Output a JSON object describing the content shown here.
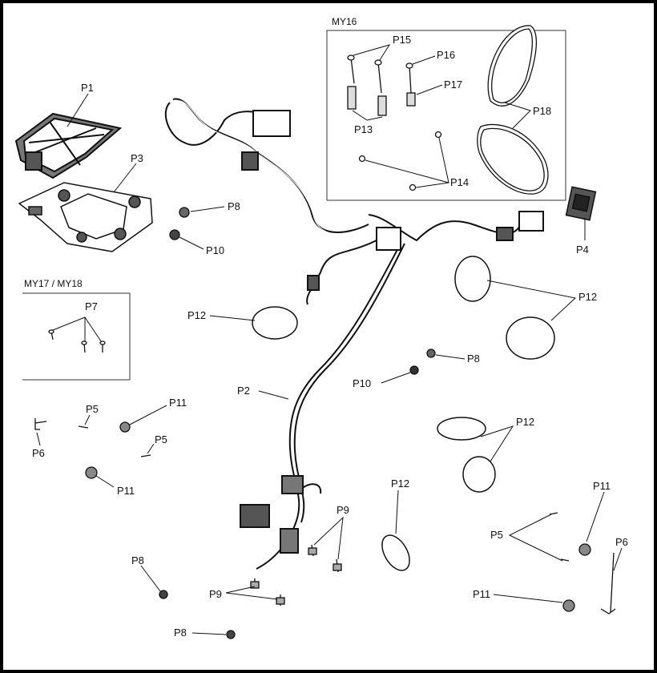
{
  "groups": {
    "my16": "MY16",
    "my17_my18": "MY17 / MY18"
  },
  "labels": {
    "p1": "P1",
    "p2": "P2",
    "p3": "P3",
    "p4": "P4",
    "p5": "P5",
    "p6": "P6",
    "p7": "P7",
    "p8": "P8",
    "p9": "P9",
    "p10": "P10",
    "p11": "P11",
    "p12": "P12",
    "p13": "P13",
    "p14": "P14",
    "p15": "P15",
    "p16": "P16",
    "p17": "P17",
    "p18": "P18"
  }
}
